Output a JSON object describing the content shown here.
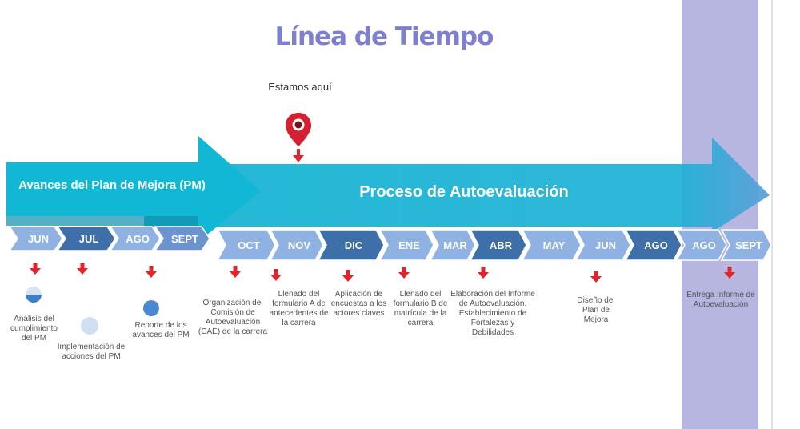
{
  "title": "Línea de Tiempo",
  "marker": {
    "label": "Estamos aquí"
  },
  "banners": {
    "plan_mejora": "Avances del Plan de Mejora (PM)",
    "autoevaluacion": "Proceso de Autoevaluación"
  },
  "months_row1": [
    "JUN",
    "JUL",
    "AGO",
    "SEPT"
  ],
  "months_row2": [
    "OCT",
    "NOV",
    "DIC",
    "ENE",
    "MAR",
    "ABR",
    "MAY",
    "JUN",
    "AGO",
    "AGO",
    "SEPT"
  ],
  "descriptions": {
    "analisis": "Análisis del cumplimiento del PM",
    "implementacion": "Implementación de acciones del PM",
    "reporte": "Reporte de los avances del PM",
    "organizacion": "Organización del Comisión de Autoevaluación (CAE) de la carrera",
    "formulario_a": "Llenado del formulario A de antecedentes de la carrera",
    "encuestas": "Aplicación de encuestas a los actores claves",
    "formulario_b": "Llenado del formulario B de matrícula de la carrera",
    "elaboracion": "Elaboración del Informe de Autoevaluación. Establecimiento de Fortalezas y Debilidades",
    "diseno": "Diseño del Plan de Mejora",
    "entrega": "Entrega Informe de Autoevaluación"
  },
  "colors": {
    "title": "#7f7fd0",
    "banner": "#1ab3d3",
    "lavender": "#b7b6e0",
    "arrow_red": "#e0262b",
    "pin_red": "#d42030",
    "chevron_light": "#8fb2e2",
    "chevron_mid": "#6a93cf",
    "chevron_dark": "#3e6fa8"
  }
}
